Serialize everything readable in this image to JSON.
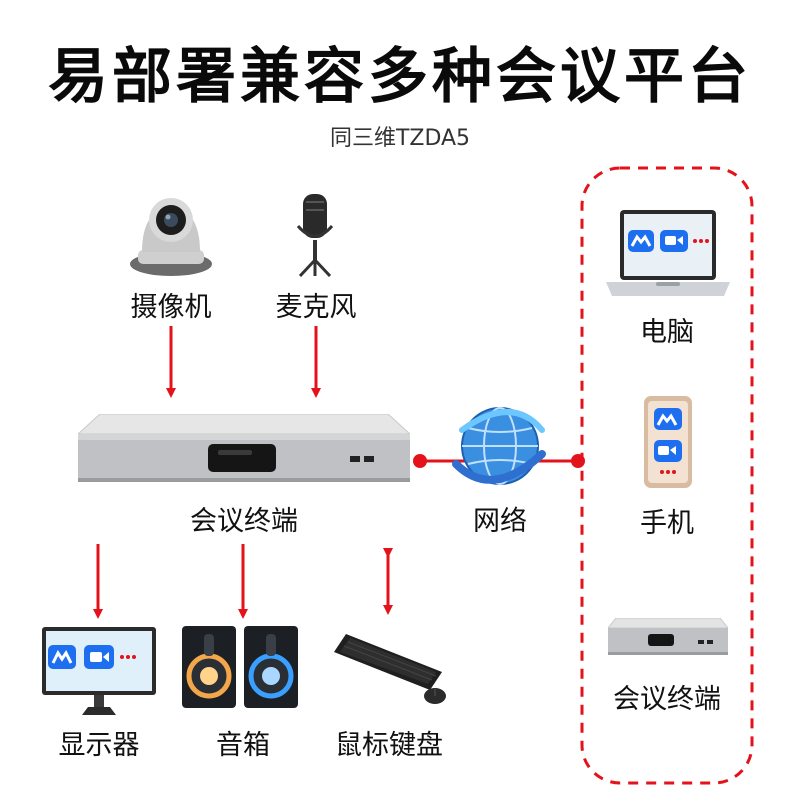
{
  "title": "易部署兼容多种会议平台",
  "subtitle": "同三维TZDA5",
  "inputs": {
    "camera": "摄像机",
    "microphone": "麦克风"
  },
  "terminal": "会议终端",
  "network": "网络",
  "outputs": {
    "monitor": "显示器",
    "speakers": "音箱",
    "keyboard_mouse": "鼠标键盘"
  },
  "remote": {
    "computer": "电脑",
    "phone": "手机",
    "terminal": "会议终端"
  },
  "colors": {
    "arrow": "#e3121b",
    "dashed_border": "#e3121b",
    "app_blue": "#1e6ff0"
  }
}
